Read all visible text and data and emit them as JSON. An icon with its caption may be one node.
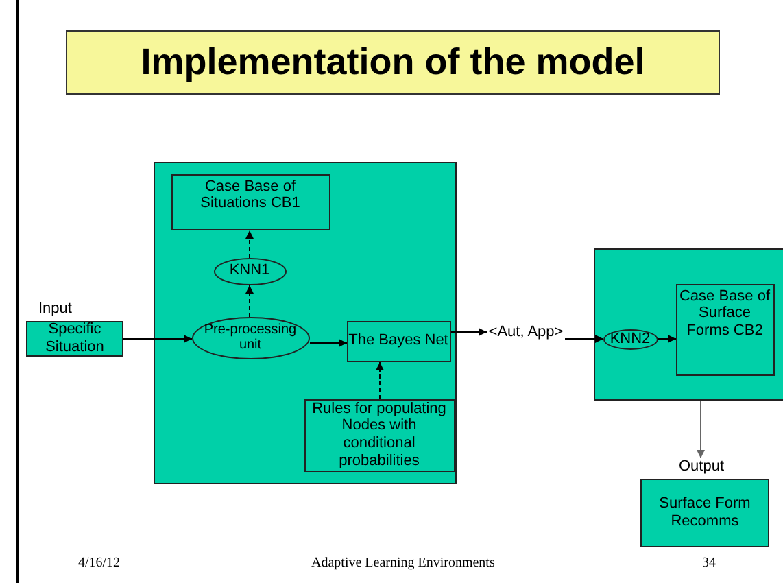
{
  "diagram": {
    "title": "Implementation of the model",
    "nodes": [
      {
        "text": [],
        "shape": "box"
      },
      {
        "text": [
          "Case Base of Situations CB1"
        ],
        "in": 0
      },
      {
        "text": [
          "KNN1"
        ],
        "in": 0
      },
      {
        "text": [
          "Pre-processing unit"
        ],
        "in": 0
      },
      {
        "text": [
          "The Bayes Net"
        ],
        "in": 0
      },
      {
        "text": [
          "Rules for populating Nodes with conditional probabilities"
        ],
        "in": 0
      },
      {
        "text": [
          "Specific Situation"
        ],
        "beside": [
          "Input"
        ]
      },
      {
        "text": [
          "<Aut, App>"
        ]
      },
      {
        "text": [],
        "shape": "box"
      },
      {
        "text": [
          "KNN2"
        ],
        "in": 8
      },
      {
        "text": [
          "Case Base of Surface Forms CB2"
        ],
        "in": 8
      },
      {
        "text": [
          "Surface Form Recomms"
        ],
        "beside": [
          "Output"
        ]
      }
    ],
    "edges": [
      {
        "from": 6,
        "to": 3,
        "arrow": "to"
      },
      {
        "from": 3,
        "to": 2,
        "arrow": "to",
        "style": "dashed"
      },
      {
        "from": 2,
        "to": 1,
        "arrow": "to",
        "style": "dashed"
      },
      {
        "from": 3,
        "to": 4,
        "arrow": "to"
      },
      {
        "from": 5,
        "to": 4,
        "arrow": "to",
        "style": "dashed"
      },
      {
        "from": 4,
        "to": 7,
        "arrow": "to"
      },
      {
        "from": 7,
        "to": 9,
        "arrow": "to"
      },
      {
        "from": 9,
        "to": 10,
        "arrow": "to"
      },
      {
        "from": 8,
        "to": 11,
        "arrow": "to",
        "color": "#666666"
      }
    ],
    "labels": [
      "4/16/12",
      "Adaptive Learning Environments",
      "34"
    ]
  }
}
